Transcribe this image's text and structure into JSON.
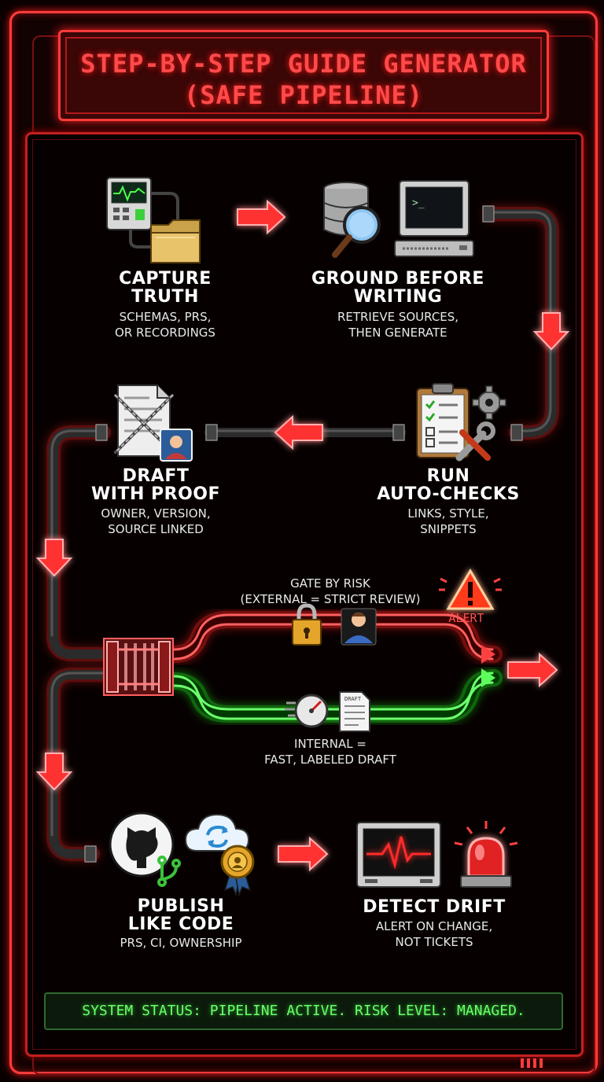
{
  "title": {
    "line1": "STEP-BY-STEP GUIDE GENERATOR",
    "line2": "(SAFE PIPELINE)"
  },
  "steps": [
    {
      "title_line1": "CAPTURE",
      "title_line2": "TRUTH",
      "sub_line1": "SCHEMAS, PRS,",
      "sub_line2": "OR RECORDINGS"
    },
    {
      "title_line1": "GROUND BEFORE",
      "title_line2": "WRITING",
      "sub_line1": "RETRIEVE SOURCES,",
      "sub_line2": "THEN GENERATE"
    },
    {
      "title_line1": "RUN",
      "title_line2": "AUTO-CHECKS",
      "sub_line1": "LINKS, STYLE,",
      "sub_line2": "SNIPPETS"
    },
    {
      "title_line1": "DRAFT",
      "title_line2": "WITH PROOF",
      "sub_line1": "OWNER, VERSION,",
      "sub_line2": "SOURCE LINKED"
    },
    {
      "title_line1": "PUBLISH",
      "title_line2": "LIKE CODE",
      "sub_line1": "PRS, CI, OWNERSHIP"
    },
    {
      "title_line1": "DETECT DRIFT",
      "sub_line1": "ALERT ON CHANGE,",
      "sub_line2": "NOT TICKETS"
    }
  ],
  "gate": {
    "label_line1": "GATE BY RISK",
    "label_line2": "(EXTERNAL = STRICT REVIEW)",
    "alert_label": "ALERT",
    "internal_line1": "INTERNAL =",
    "internal_line2": "FAST, LABELED DRAFT",
    "doc_label": "DRAFT"
  },
  "status": {
    "text": "SYSTEM STATUS: PIPELINE ACTIVE. RISK LEVEL: MANAGED."
  },
  "icons": [
    "monitor-icon",
    "folder-icon",
    "database-icon",
    "magnifier-icon",
    "terminal-icon",
    "clipboard-checklist-icon",
    "gear-icon",
    "wrench-icon",
    "document-chain-icon",
    "person-badge-icon",
    "gate-icon",
    "lock-icon",
    "reviewer-icon",
    "warning-icon",
    "speedometer-icon",
    "draft-doc-icon",
    "github-icon",
    "cloud-sync-icon",
    "medal-icon",
    "heartbeat-monitor-icon",
    "siren-icon"
  ],
  "colors": {
    "accent": "#ff3b3b",
    "safe": "#4cff4c",
    "pipe": "#2a2a2a",
    "status_text": "#6cff6c"
  }
}
